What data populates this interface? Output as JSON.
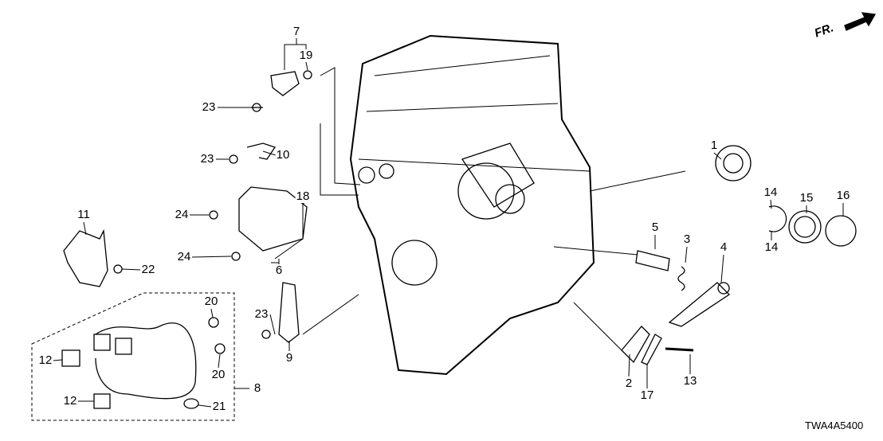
{
  "diagram": {
    "direction_marker": "FR.",
    "diagram_code": "TWA4A5400",
    "callouts": [
      "7",
      "19",
      "23",
      "23",
      "10",
      "1",
      "14",
      "15",
      "16",
      "14",
      "11",
      "24",
      "18",
      "22",
      "24",
      "6",
      "5",
      "3",
      "4",
      "20",
      "23",
      "9",
      "12",
      "20",
      "8",
      "12",
      "21",
      "2",
      "17",
      "13"
    ],
    "colors": {
      "line": "#000000",
      "background": "#ffffff"
    }
  }
}
